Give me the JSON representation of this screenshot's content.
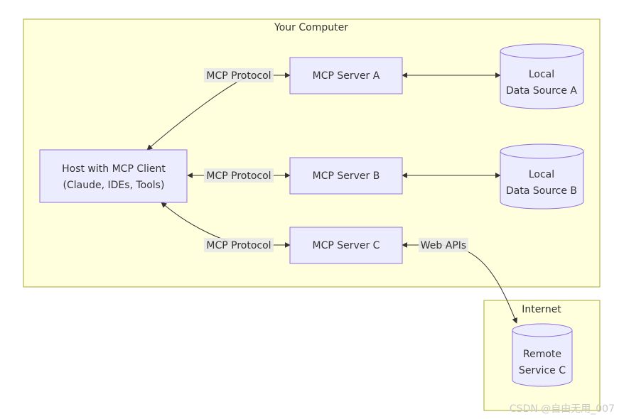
{
  "groups": {
    "computer": "Your Computer",
    "internet": "Internet"
  },
  "nodes": {
    "host": {
      "line1": "Host with MCP Client",
      "line2": "(Claude, IDEs, Tools)"
    },
    "server_a": "MCP Server A",
    "server_b": "MCP Server B",
    "server_c": "MCP Server C",
    "data_a": {
      "line1": "Local",
      "line2": "Data Source A"
    },
    "data_b": {
      "line1": "Local",
      "line2": "Data Source B"
    },
    "remote_c": {
      "line1": "Remote",
      "line2": "Service C"
    }
  },
  "edges": {
    "protocol_a": "MCP Protocol",
    "protocol_b": "MCP Protocol",
    "protocol_c": "MCP Protocol",
    "web_apis": "Web APIs"
  },
  "colors": {
    "group_fill": "#ffffde",
    "group_stroke": "#aaaa33",
    "node_fill": "#ececff",
    "node_stroke": "#9370db",
    "edge": "#333333"
  },
  "watermark": "CSDN @自由无用_007"
}
